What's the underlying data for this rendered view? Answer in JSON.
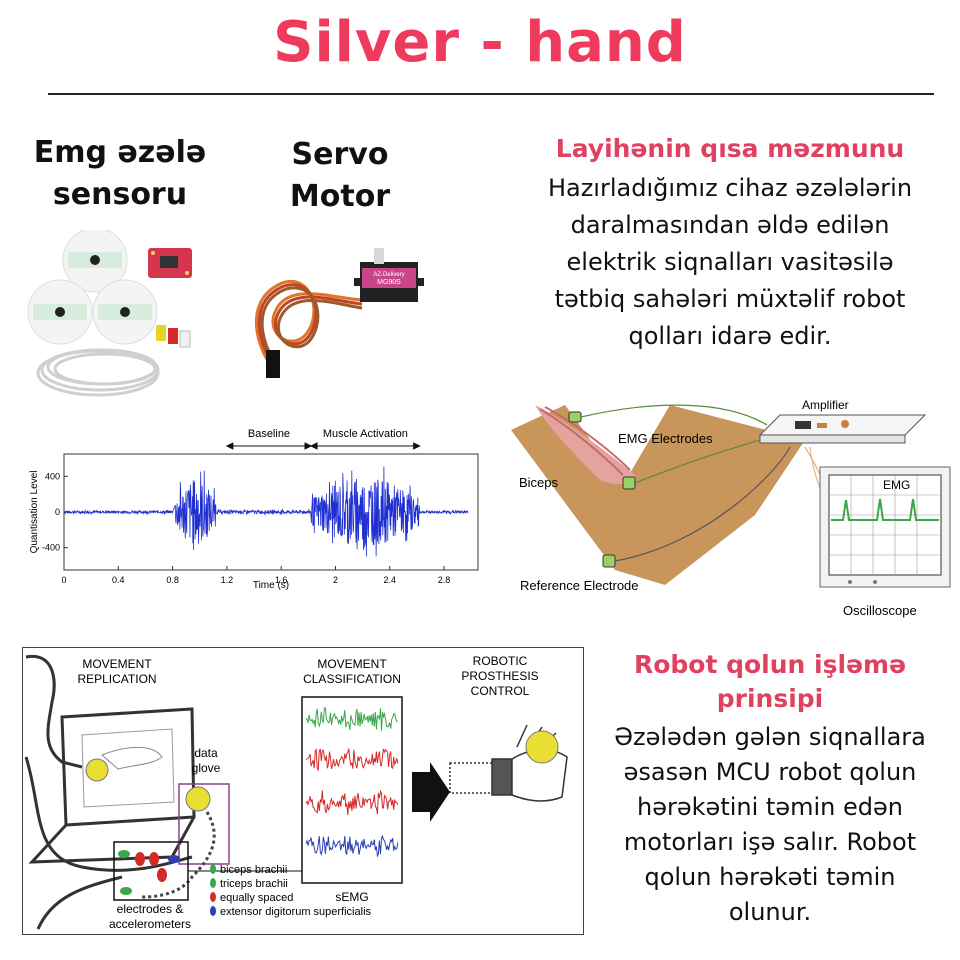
{
  "title": "Silver - hand",
  "left_labels": {
    "emg_line1": "Emg əzələ",
    "emg_line2": "sensoru",
    "servo_line1": "Servo",
    "servo_line2": "Motor"
  },
  "summary": {
    "heading": "Layihənin qısa məzmunu",
    "lines": [
      "Hazırladığımız cihaz əzələlərin",
      "daralmasından əldə edilən",
      "elektrik siqnalları vasitəsilə",
      "tətbiq sahələri müxtəlif robot",
      "qolları idarə edir."
    ]
  },
  "servo_figure": {
    "label1": "AZ-Delivery",
    "label2": "MG90S"
  },
  "emg_chart": {
    "annot_baseline": "Baseline",
    "annot_activation": "Muscle Activation",
    "xlabel": "Time (s)",
    "ylabel": "Quantisation Level",
    "xticks": [
      "0",
      "0.4",
      "0.8",
      "1.2",
      "1.6",
      "2",
      "2.4",
      "2.8"
    ],
    "yticks": [
      "400",
      "0",
      "-400"
    ]
  },
  "chart_data": {
    "type": "line",
    "title": "",
    "xlabel": "Time (s)",
    "ylabel": "Quantisation Level",
    "xlim": [
      0,
      3.05
    ],
    "ylim": [
      -650,
      650
    ],
    "grid": false,
    "series": [
      {
        "color": "#1f2fd1",
        "segments": [
          {
            "x_range": [
              0,
              0.8
            ],
            "amplitude": 15
          },
          {
            "x_range": [
              0.82,
              1.12
            ],
            "amplitude": 380
          },
          {
            "x_range": [
              1.12,
              1.82
            ],
            "amplitude": 20
          },
          {
            "x_range": [
              1.82,
              2.62
            ],
            "amplitude": 380
          },
          {
            "x_range": [
              2.62,
              2.98
            ],
            "amplitude": 15
          }
        ]
      }
    ],
    "annotations": [
      {
        "text": "Baseline",
        "x_range": [
          1.2,
          1.82
        ]
      },
      {
        "text": "Muscle Activation",
        "x_range": [
          1.82,
          2.62
        ]
      }
    ]
  },
  "circuit_figure": {
    "amplifier": "Amplifier",
    "electrodes": "EMG Electrodes",
    "biceps": "Biceps",
    "reference": "Reference Electrode",
    "emg": "EMG",
    "oscilloscope": "Oscilloscope"
  },
  "prosthesis_figure": {
    "movement_replication_1": "MOVEMENT",
    "movement_replication_2": "REPLICATION",
    "movement_classification_1": "MOVEMENT",
    "movement_classification_2": "CLASSIFICATION",
    "robotic_1": "ROBOTIC",
    "robotic_2": "PROSTHESIS",
    "robotic_3": "CONTROL",
    "data_glove_1": "data",
    "data_glove_2": "glove",
    "semg": "sEMG",
    "electrodes_1": "electrodes &",
    "electrodes_2": "accelerometers",
    "legend": [
      {
        "label": "biceps brachii",
        "color": "#3aa84a"
      },
      {
        "label": "triceps brachii",
        "color": "#3aa84a"
      },
      {
        "label": "equally spaced",
        "color": "#d42a2a"
      },
      {
        "label": "extensor digitorum superficialis",
        "color": "#2a3fb5"
      }
    ]
  },
  "robot_arm": {
    "heading_line1": "Robot qolun işləmə",
    "heading_line2": "prinsipi",
    "lines": [
      "Əzələdən gələn siqnallara",
      "əsasən MCU robot qolun",
      "hərəkətini təmin edən",
      "motorları işə salır. Robot",
      "qolun hərəkəti təmin",
      "olunur."
    ]
  },
  "colors": {
    "title": "#ee3a5c",
    "heading": "#e0415f",
    "signal": "#1f2fd1"
  }
}
